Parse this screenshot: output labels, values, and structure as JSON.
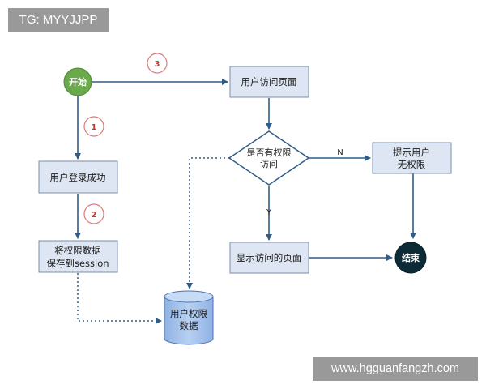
{
  "watermarks": {
    "top_left": "TG: MYYJJPP",
    "bottom_right": "www.hgguanfangzh.com"
  },
  "nodes": {
    "start": "开始",
    "login": "用户登录成功",
    "save_line1": "将权限数据",
    "save_line2": "保存到session",
    "db_line1": "用户权限",
    "db_line2": "数据",
    "visit_page": "用户访问页面",
    "decision_line1": "是否有权限",
    "decision_line2": "访问",
    "no_perm_line1": "提示用户",
    "no_perm_line2": "无权限",
    "show_page": "显示访问的页面",
    "end": "结束"
  },
  "badges": {
    "one": "1",
    "two": "2",
    "three": "3"
  },
  "edge_labels": {
    "no": "N",
    "yes": "Y"
  },
  "colors": {
    "start_fill": "#6aaa4b",
    "end_fill": "#0d2b36",
    "box_fill": "#dde6f2",
    "box_stroke": "#7a8da8",
    "arrow": "#2f5d8a",
    "db_fill": "#a9c4ec",
    "badge_stroke": "#e07a7a",
    "watermark_bg": "#999999"
  }
}
